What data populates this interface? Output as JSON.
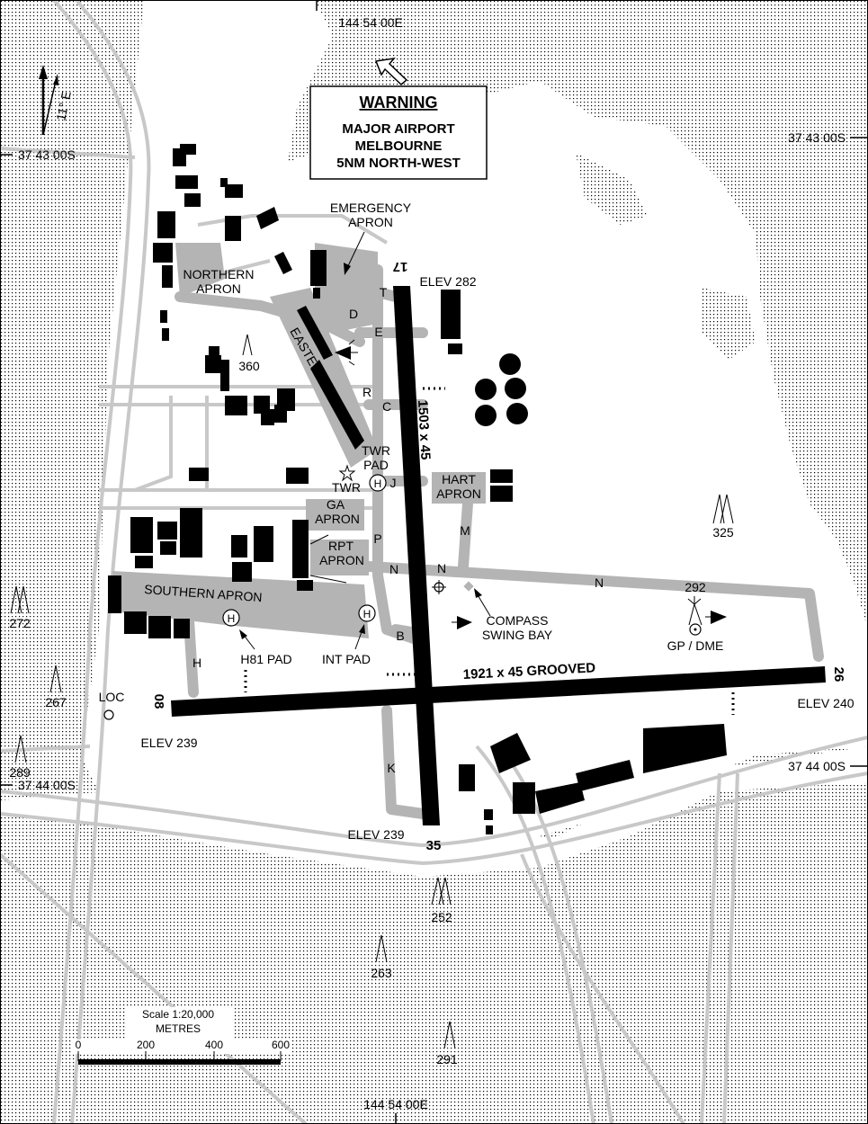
{
  "coords": {
    "top_lon": "144 54 00E",
    "bottom_lon": "144 54 00E",
    "left_lat_north": "37 43 00S",
    "right_lat_north": "37 43 00S",
    "left_lat_south": "37 44 00S",
    "right_lat_south": "37 44 00S"
  },
  "north_arrow": {
    "label": "11° E"
  },
  "warning": {
    "title": "WARNING",
    "line1": "MAJOR AIRPORT",
    "line2": "MELBOURNE",
    "line3": "5NM NORTH-WEST"
  },
  "aprons": {
    "emergency_1": "EMERGENCY",
    "emergency_2": "APRON",
    "northern_1": "NORTHERN",
    "northern_2": "APRON",
    "eastern": "EASTERN APRON",
    "southern": "SOUTHERN APRON",
    "ga_1": "GA",
    "ga_2": "APRON",
    "rpt_1": "RPT",
    "rpt_2": "APRON",
    "hart_1": "HART",
    "hart_2": "APRON",
    "twr_pad_1": "TWR",
    "twr_pad_2": "PAD",
    "twr": "TWR",
    "h81_pad": "H81 PAD",
    "int_pad": "INT PAD",
    "compass_1": "COMPASS",
    "compass_2": "SWING BAY",
    "gp_dme": "GP / DME",
    "loc": "LOC"
  },
  "runways": {
    "rwy_17": "17",
    "rwy_35": "35",
    "rwy_08": "08",
    "rwy_26": "26",
    "rwy_1735_dims": "1503 x 45",
    "rwy_0826_dims": "1921 x 45  GROOVED"
  },
  "elevations": {
    "elev_17": "ELEV 282",
    "elev_26": "ELEV 240",
    "elev_08": "ELEV 239",
    "elev_35": "ELEV 239"
  },
  "taxiways": {
    "T": "T",
    "D": "D",
    "E": "E",
    "R": "R",
    "C": "C",
    "J": "J",
    "P": "P",
    "N1": "N",
    "N2": "N",
    "N3": "N",
    "M": "M",
    "B": "B",
    "H": "H",
    "K": "K"
  },
  "obstacles": {
    "o360": "360",
    "o325": "325",
    "o292": "292",
    "o272": "272",
    "o267": "267",
    "o289": "289",
    "o252": "252",
    "o263": "263",
    "o291": "291"
  },
  "scale": {
    "title": "Scale 1:20,000",
    "units": "METRES",
    "t0": "0",
    "t200": "200",
    "t400": "400",
    "t600": "600"
  }
}
